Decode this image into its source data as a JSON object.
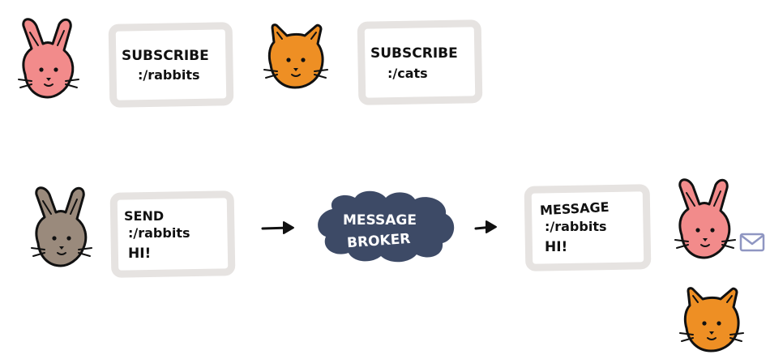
{
  "colors": {
    "rabbit": "#f28b8b",
    "cat": "#ee8f24",
    "sender": "#9a8a7c",
    "broker": "#3d4a66",
    "note_border": "#e6e3e1",
    "envelope": "#8f96c2"
  },
  "subscribe_rabbits": {
    "line1": "SUBSCRIBE",
    "line2": ":/rabbits"
  },
  "subscribe_cats": {
    "line1": "SUBSCRIBE",
    "line2": ":/cats"
  },
  "send_note": {
    "line1": "SEND",
    "line2": ":/rabbits",
    "line3": "HI!"
  },
  "broker": {
    "line1": "MESSAGE",
    "line2": "BROKER"
  },
  "message_note": {
    "line1": "MESSAGE",
    "line2": ":/rabbits",
    "line3": "HI!"
  },
  "icons": {
    "rabbit": "rabbit-face-icon",
    "cat": "cat-face-icon",
    "arrow": "arrow-right-icon",
    "envelope": "envelope-icon",
    "cloud": "cloud-shape"
  }
}
